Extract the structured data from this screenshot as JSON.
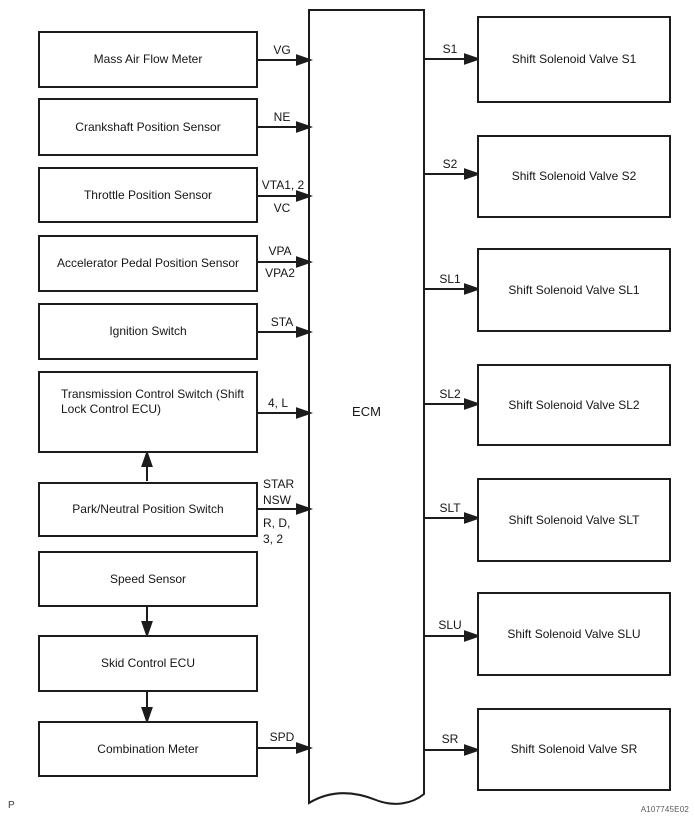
{
  "diagram": {
    "title_implicit": "ECM input/output block diagram",
    "ecm_label": "ECM",
    "footer_letter": "P",
    "figure_code": "A107745E02",
    "line_color": "#1c1c1c",
    "background_color": "#ffffff",
    "inputs": [
      {
        "label": "Mass Air Flow Meter",
        "signal_above": "VG"
      },
      {
        "label": "Crankshaft Position Sensor",
        "signal_above": "NE"
      },
      {
        "label": "Throttle Position Sensor",
        "signal_above": "VTA1, 2",
        "signal_below": "VC"
      },
      {
        "label": "Accelerator Pedal Position Sensor",
        "signal_above": "VPA",
        "signal_below": "VPA2"
      },
      {
        "label": "Ignition Switch",
        "signal_above": "STA"
      },
      {
        "label": "Transmission Control Switch (Shift Lock Control ECU)",
        "signal_above": "4, L"
      },
      {
        "label": "Park/Neutral Position Switch",
        "signal_above": "STAR NSW",
        "signal_below": "R, D, 3, 2"
      },
      {
        "label": "Speed Sensor"
      },
      {
        "label": "Skid Control ECU"
      },
      {
        "label": "Combination Meter",
        "signal_above": "SPD"
      }
    ],
    "outputs": [
      {
        "label": "Shift Solenoid Valve S1",
        "signal": "S1"
      },
      {
        "label": "Shift Solenoid Valve S2",
        "signal": "S2"
      },
      {
        "label": "Shift Solenoid Valve SL1",
        "signal": "SL1"
      },
      {
        "label": "Shift Solenoid Valve SL2",
        "signal": "SL2"
      },
      {
        "label": "Shift Solenoid Valve SLT",
        "signal": "SLT"
      },
      {
        "label": "Shift Solenoid Valve SLU",
        "signal": "SLU"
      },
      {
        "label": "Shift Solenoid Valve SR",
        "signal": "SR"
      }
    ]
  }
}
